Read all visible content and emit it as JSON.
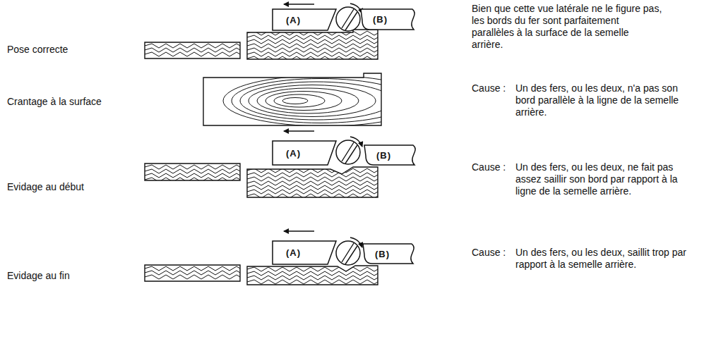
{
  "diagram": {
    "nodes": [
      {
        "text": [
          "(A)"
        ]
      },
      {
        "text": [
          "(B)"
        ]
      },
      {
        "text": [
          "(A)"
        ]
      },
      {
        "text": [
          "(B)"
        ]
      },
      {
        "text": [
          "(A)"
        ]
      },
      {
        "text": [
          "(B)"
        ]
      }
    ],
    "labels": [
      "Pose correcte",
      "Bien que cette vue latérale ne le figure pas, les bords du fer sont parfaitement parallèles à la surface de la semelle arrière.",
      "Crantage à la surface",
      "Cause :",
      "Un des fers, ou les deux, n'a pas son bord parallèle à la ligne de la semelle arrière.",
      "Evidage au début",
      "Cause :",
      "Un des fers, ou les deux, ne fait pas assez saillir son bord par rapport à la ligne de la semelle arrière.",
      "Evidage au fin",
      "Cause :",
      "Un des fers, ou les deux, saillit trop par rapport à la semelle arrière."
    ]
  }
}
